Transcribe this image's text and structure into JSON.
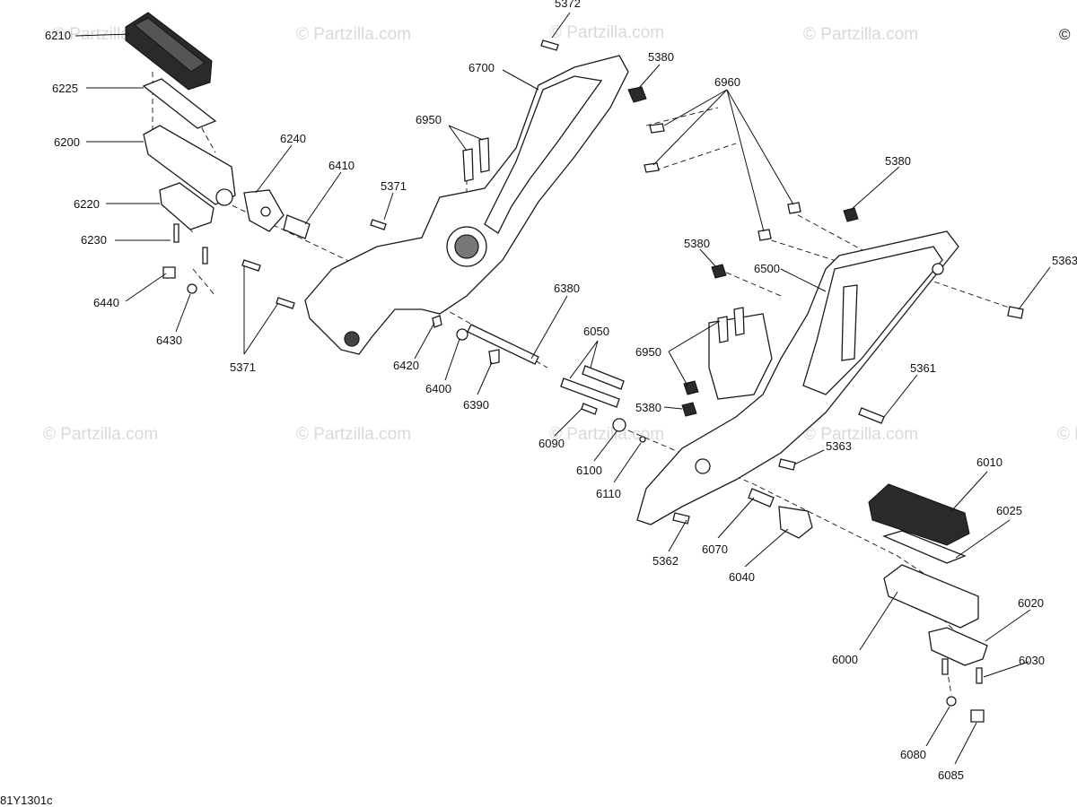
{
  "diagram": {
    "code": "81Y1301c",
    "copyright_symbol": "©",
    "watermark": "© Partzilla.com",
    "callouts": [
      {
        "id": "6210",
        "text": "6210"
      },
      {
        "id": "6225",
        "text": "6225"
      },
      {
        "id": "6200",
        "text": "6200"
      },
      {
        "id": "6240",
        "text": "6240"
      },
      {
        "id": "6410",
        "text": "6410"
      },
      {
        "id": "6220",
        "text": "6220"
      },
      {
        "id": "6230",
        "text": "6230"
      },
      {
        "id": "6440",
        "text": "6440"
      },
      {
        "id": "6430",
        "text": "6430"
      },
      {
        "id": "5371a",
        "text": "5371"
      },
      {
        "id": "5371b",
        "text": "5371"
      },
      {
        "id": "5372",
        "text": "5372"
      },
      {
        "id": "6700",
        "text": "6700"
      },
      {
        "id": "5380a",
        "text": "5380"
      },
      {
        "id": "6960",
        "text": "6960"
      },
      {
        "id": "6950a",
        "text": "6950"
      },
      {
        "id": "5380b",
        "text": "5380"
      },
      {
        "id": "5363a",
        "text": "5363"
      },
      {
        "id": "5380c",
        "text": "5380"
      },
      {
        "id": "6500",
        "text": "6500"
      },
      {
        "id": "6380",
        "text": "6380"
      },
      {
        "id": "6420",
        "text": "6420"
      },
      {
        "id": "6400",
        "text": "6400"
      },
      {
        "id": "6390",
        "text": "6390"
      },
      {
        "id": "6050",
        "text": "6050"
      },
      {
        "id": "6950b",
        "text": "6950"
      },
      {
        "id": "5380d",
        "text": "5380"
      },
      {
        "id": "5361",
        "text": "5361"
      },
      {
        "id": "6090",
        "text": "6090"
      },
      {
        "id": "6100",
        "text": "6100"
      },
      {
        "id": "6110",
        "text": "6110"
      },
      {
        "id": "5363b",
        "text": "5363"
      },
      {
        "id": "6010",
        "text": "6010"
      },
      {
        "id": "6025",
        "text": "6025"
      },
      {
        "id": "5362",
        "text": "5362"
      },
      {
        "id": "6070",
        "text": "6070"
      },
      {
        "id": "6040",
        "text": "6040"
      },
      {
        "id": "6020",
        "text": "6020"
      },
      {
        "id": "6000",
        "text": "6000"
      },
      {
        "id": "6030",
        "text": "6030"
      },
      {
        "id": "6080",
        "text": "6080"
      },
      {
        "id": "6085",
        "text": "6085"
      }
    ]
  }
}
